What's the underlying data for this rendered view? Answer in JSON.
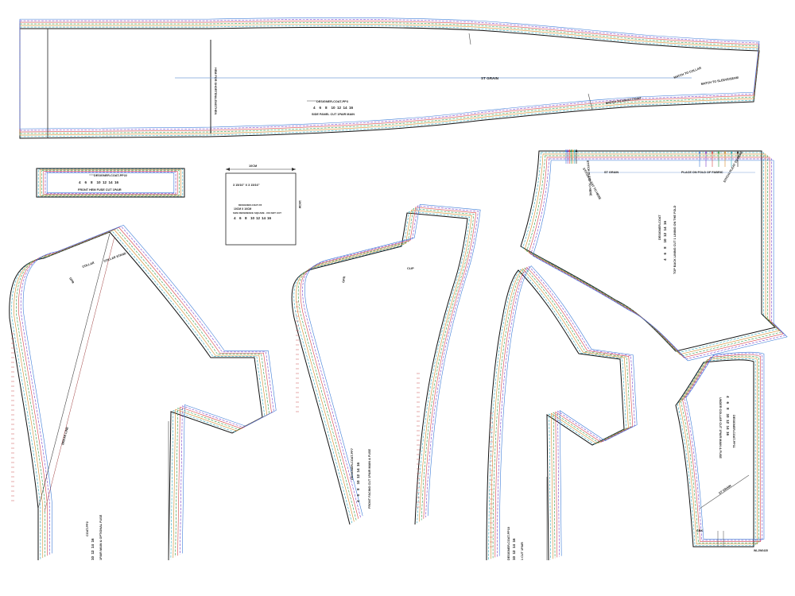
{
  "sizes": [
    "4",
    "6",
    "8",
    "10",
    "12",
    "14",
    "16"
  ],
  "size_colors": [
    "#3b7bd8",
    "#7a3cc8",
    "#d64545",
    "#2e9a45",
    "#d28a2a",
    "#2aa7b8",
    "#111111"
  ],
  "size_colors_short": [
    "#d64545",
    "#2e9a45",
    "#2aa7b8",
    "#111111"
  ],
  "pieces": {
    "side_panel": {
      "code": "DESIGNER-COAT-PP3",
      "cut": "SIDE PANEL CUT 1PAIR MAIN",
      "grain": "ST GRAIN",
      "hem_note": "HEM FOR SHORTEN/LENGTHEN",
      "notch_collar": "MATCH TO COLLAR",
      "notch_sleeve": "MATCH TO SLEEVE/SEAM",
      "notch_waist": "MATCH TO WAIST POINT"
    },
    "front_hem_fuse": {
      "code": "DESIGNER-COAT-PP22",
      "cut": "FRONT HEM FUSE CUT 1PAIR"
    },
    "reference_square": {
      "top_dim": "10CM",
      "side_dim": "10CM",
      "inch_dim": "3 15/16\" X 3 15/16\"",
      "code": "DESIGNER-COAT-78",
      "cm_dim": "10CM X 10CM",
      "note": "SIZE REFERENCE SQUARE - DO NOT CUT"
    },
    "front": {
      "code": "COAT-PP2",
      "cut": "1PAIR MAIN & OPTIONAL FUSE",
      "gpr": "GPR",
      "collar": "COLLAR",
      "collar_stand": "COLLAR STAND",
      "break_line": "BREAK LINE"
    },
    "front_facing": {
      "code": "DESIGNER-COAT-PP7",
      "cut": "FRONT FACING CUT 1PAIR MAIN & FUSE",
      "gpr": "GPR",
      "clip": "CLIP"
    },
    "back_lining": {
      "code": "DESIGNER-COAT",
      "cut": "TOP BACK LINING CUT 1 LINING ON THE FOLD",
      "grain": "ST GRAIN",
      "fold": "PLACE ON FOLD OF FABRIC",
      "stitch_1": "STITCH PLEAT TO HERE",
      "stitch_2": "STITCH PLEAT TO HERE",
      "stitch_3": "STITCH PLEAT TO HERE"
    },
    "back": {
      "code": "DESIGNER-COAT-PP10",
      "cut": "1 CUT 1PAIR"
    },
    "under_collar": {
      "code": "DESIGNER-COAT-PP11",
      "cut": "UNDER COLLAR CUT 1PAIR MAIN & FUSE",
      "grain": "ST GRAIN",
      "cbk": "CBK"
    }
  },
  "corner_code": "WLJW0435"
}
